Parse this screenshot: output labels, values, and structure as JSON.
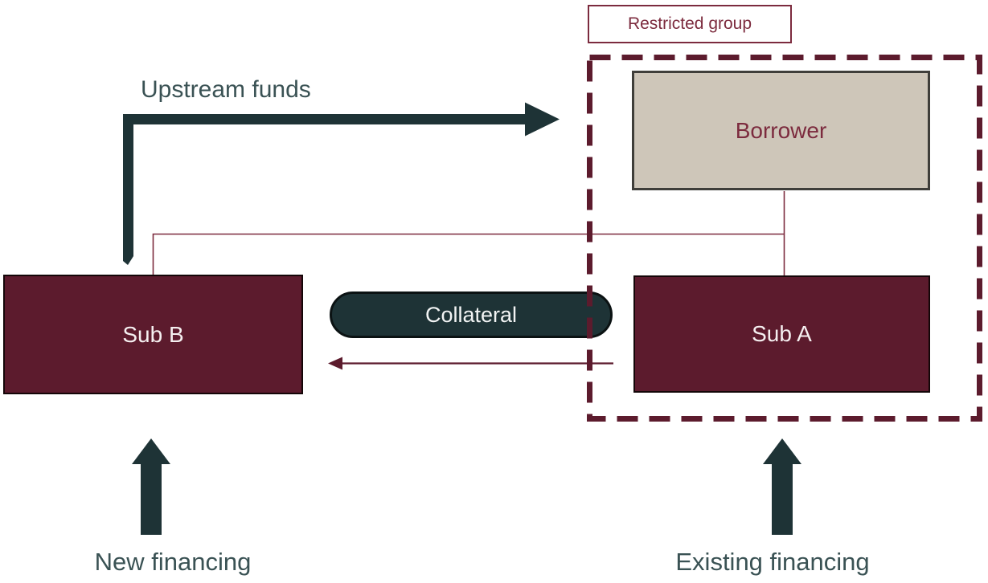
{
  "diagram": {
    "restricted_group_label": "Restricted group",
    "nodes": {
      "borrower": "Borrower",
      "sub_a": "Sub A",
      "sub_b": "Sub B"
    },
    "collateral_label": "Collateral",
    "flows": {
      "upstream": "Upstream funds",
      "new_financing": "New financing",
      "existing_financing": "Existing financing"
    }
  },
  "colors": {
    "maroon_fill": "#5c1b2d",
    "maroon_mid": "#7c2b3e",
    "teal_fill": "#1e3336",
    "teal_text": "#3a5254",
    "beige_fill": "#cec6b9"
  }
}
